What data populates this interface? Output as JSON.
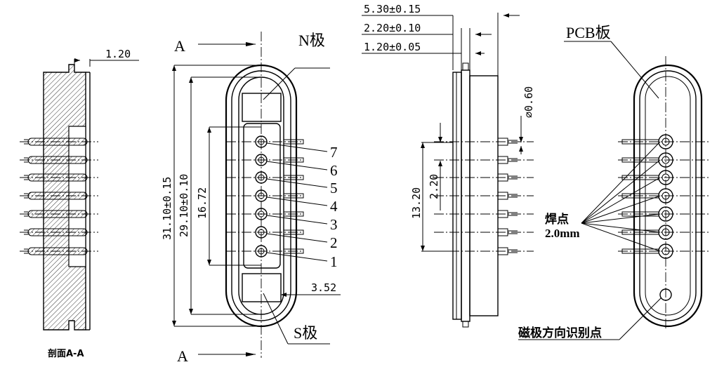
{
  "section": {
    "caption": "剖面A-A",
    "dim_top": "1.20"
  },
  "front": {
    "section_label_top": "A",
    "section_label_bottom": "A",
    "north_label": "N极",
    "south_label": "S极",
    "dim_overall": "31.10±0.15",
    "dim_inner": "29.10±0.10",
    "dim_pitch_span": "16.72",
    "dim_width": "3.52",
    "pin_numbers": [
      "7",
      "6",
      "5",
      "4",
      "3",
      "2",
      "1"
    ]
  },
  "side": {
    "dim_1": "5.30±0.15",
    "dim_2": "2.20±0.10",
    "dim_3": "1.20±0.05",
    "dim_pin_dia": "⌀0.60",
    "dim_span": "13.20",
    "dim_pitch": "2.20"
  },
  "back": {
    "pcb_label": "PCB板",
    "solder_label": "焊点",
    "solder_size": "2.0mm",
    "magnet_label": "磁极方向识别点"
  }
}
